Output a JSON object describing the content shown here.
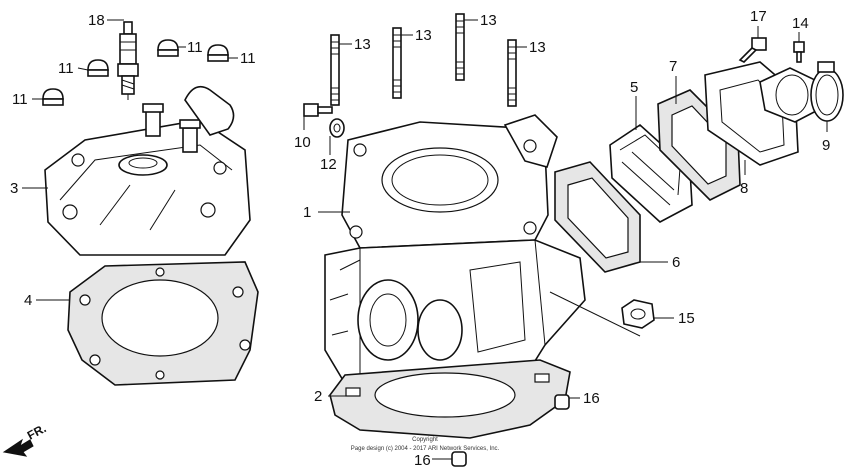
{
  "diagram": {
    "callouts": [
      "18",
      "11",
      "11",
      "11",
      "11",
      "3",
      "4",
      "13",
      "13",
      "13",
      "13",
      "10",
      "12",
      "1",
      "2",
      "16",
      "16",
      "17",
      "14",
      "7",
      "5",
      "9",
      "8",
      "6",
      "15"
    ],
    "front_marker": "FR.",
    "copyright_line1": "Copyright",
    "copyright_line2": "Page design (c) 2004 - 2017 ARI Network Services, Inc."
  }
}
